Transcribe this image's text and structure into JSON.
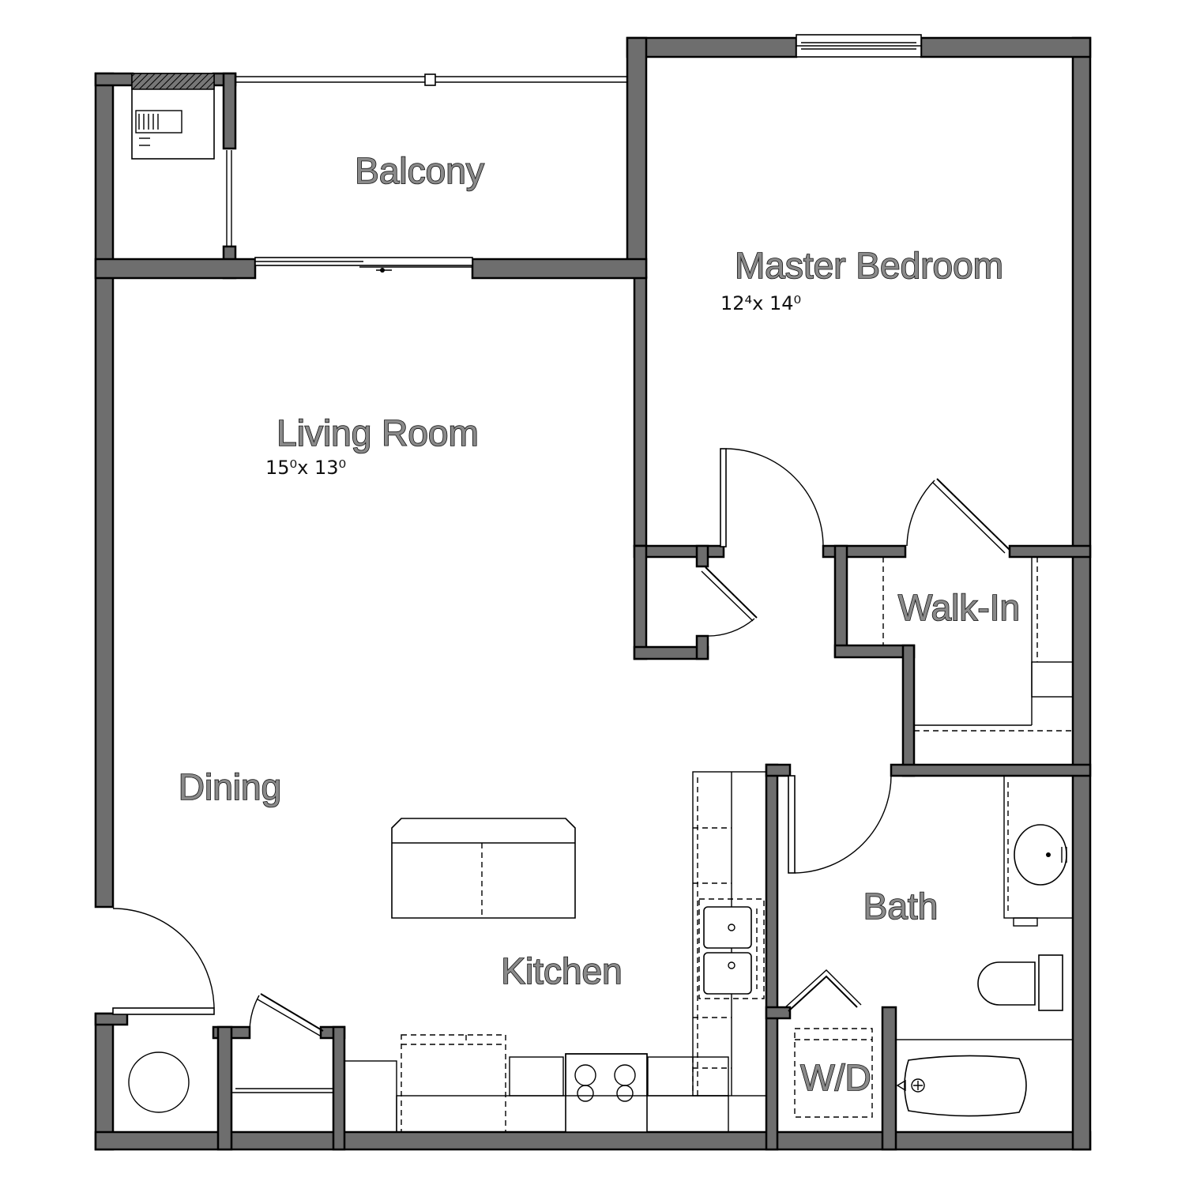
{
  "rooms": {
    "balcony": {
      "label": "Balcony"
    },
    "master_bedroom": {
      "label": "Master Bedroom",
      "dimensions": "12⁴x 14⁰"
    },
    "living_room": {
      "label": "Living Room",
      "dimensions": "15⁰x 13⁰"
    },
    "walk_in": {
      "label": "Walk-In"
    },
    "dining": {
      "label": "Dining"
    },
    "kitchen": {
      "label": "Kitchen"
    },
    "bath": {
      "label": "Bath"
    },
    "laundry": {
      "label": "W/D"
    }
  }
}
